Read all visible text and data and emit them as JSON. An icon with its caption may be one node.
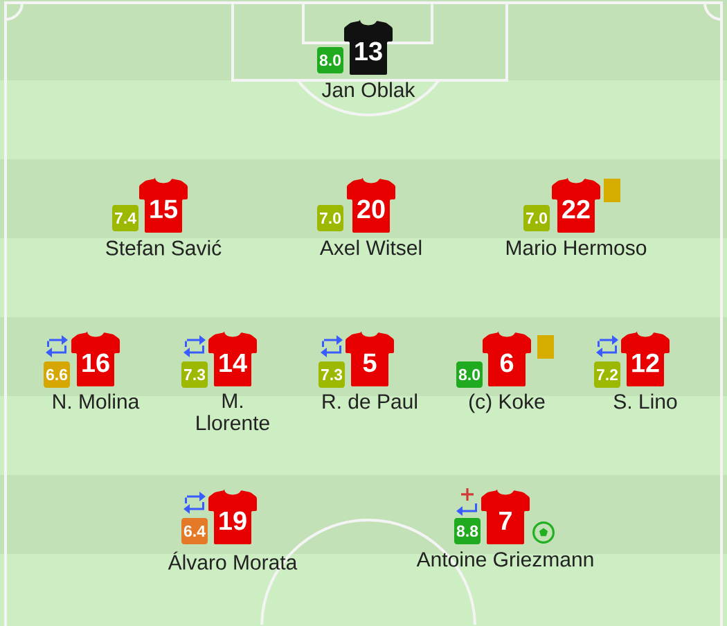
{
  "diagram": {
    "nodes": [
      {
        "text": [
          "8.0"
        ]
      },
      {
        "text": [
          "13"
        ],
        "beside": [
          "Jan Oblak"
        ]
      },
      {
        "text": [
          "7.4"
        ]
      },
      {
        "text": [
          "15"
        ],
        "beside": [
          "Stefan Savić"
        ]
      },
      {
        "text": [
          "7.0"
        ]
      },
      {
        "text": [
          "20"
        ],
        "beside": [
          "Axel Witsel"
        ]
      },
      {
        "text": [
          "7.0"
        ]
      },
      {
        "text": [
          "22"
        ],
        "beside": [
          "Mario Hermoso"
        ]
      },
      {
        "text": [
          "6.6"
        ]
      },
      {
        "text": [
          "16"
        ],
        "beside": [
          "N. Molina"
        ]
      },
      {
        "text": [
          "7.3"
        ]
      },
      {
        "text": [
          "14"
        ],
        "beside": [
          "M. Llorente"
        ]
      },
      {
        "text": [
          "7.3"
        ]
      },
      {
        "text": [
          "5"
        ],
        "beside": [
          "R. de Paul"
        ]
      },
      {
        "text": [
          "8.0"
        ]
      },
      {
        "text": [
          "6"
        ],
        "beside": [
          "(c) Koke"
        ]
      },
      {
        "text": [
          "7.2"
        ]
      },
      {
        "text": [
          "12"
        ],
        "beside": [
          "S. Lino"
        ]
      },
      {
        "text": [
          "6.4"
        ]
      },
      {
        "text": [
          "19"
        ],
        "beside": [
          "Álvaro Morata"
        ]
      },
      {
        "text": [
          "8.8"
        ]
      },
      {
        "text": [
          "7"
        ],
        "beside": [
          "Antoine Griezmann"
        ]
      }
    ]
  }
}
